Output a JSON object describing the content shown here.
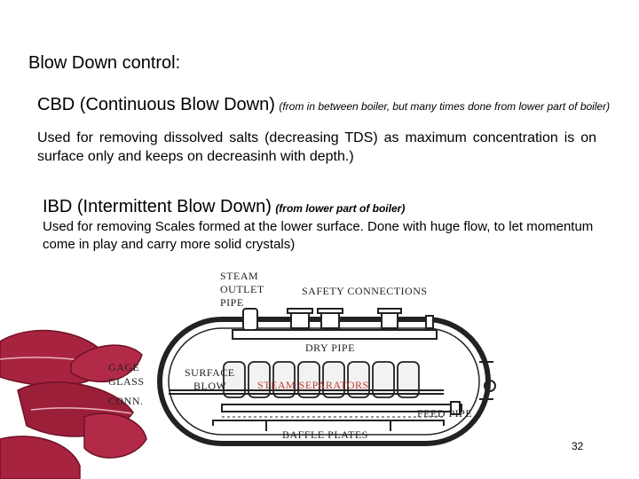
{
  "slide": {
    "title": "Blow Down control:",
    "page_number": "32"
  },
  "cbd": {
    "heading": "CBD (Continuous Blow Down)",
    "note": "(from in between boiler, but many times done from lower part of boiler)",
    "body": "Used for removing dissolved salts (decreasing TDS) as maximum concentration is on surface only and keeps on decreasinh with depth.)"
  },
  "ibd": {
    "heading": "IBD (Intermittent Blow Down)",
    "note": "(from lower part of boiler)",
    "body": "Used for removing Scales formed at the lower surface. Done with huge flow, to let momentum come in play and carry more solid crystals)"
  },
  "diagram": {
    "labels": {
      "steam_outlet_1": "STEAM",
      "steam_outlet_2": "OUTLET",
      "steam_outlet_3": "PIPE",
      "safety": "SAFETY CONNECTIONS",
      "dry_pipe": "DRY PIPE",
      "gage_1": "GAGE",
      "gage_2": "GLASS",
      "gage_3": "CONN.",
      "surface_1": "SURFACE",
      "surface_2": "BLOW",
      "separators": "STEAM SEPARATORS",
      "feed_pipe": "FEED PIPE",
      "baffle": "BAFFLE PLATES"
    },
    "colors": {
      "separators_label": "#c0392b",
      "leaf": "#a8233f",
      "leaf_dark": "#6e1226"
    }
  }
}
